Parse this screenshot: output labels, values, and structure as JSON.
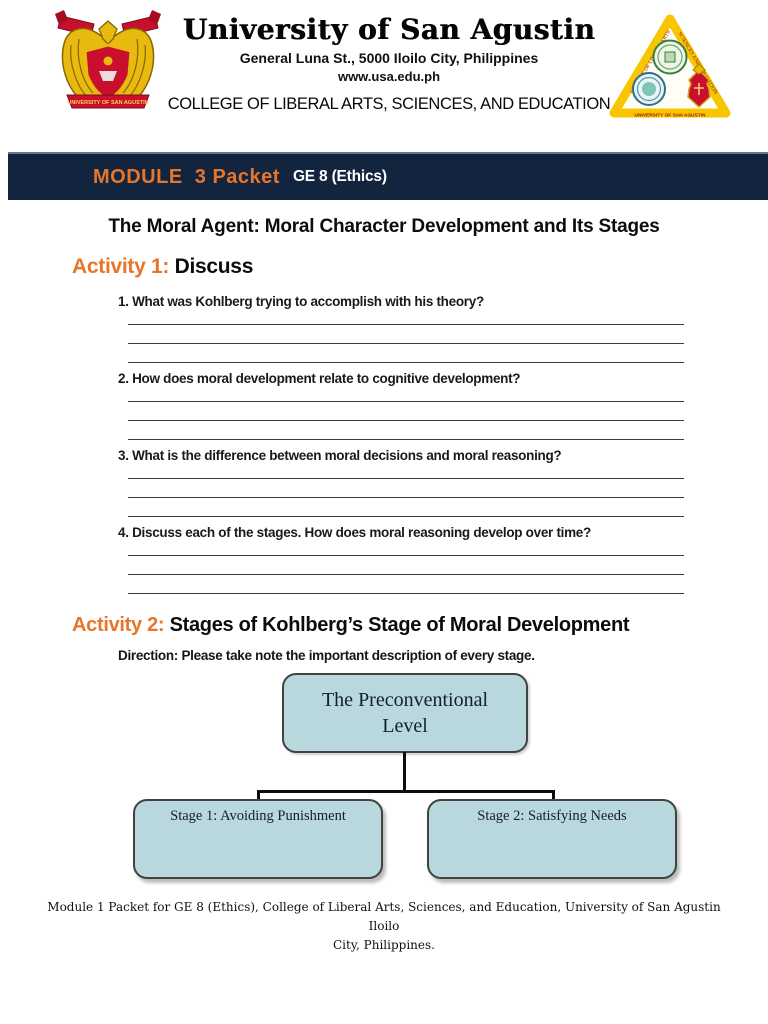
{
  "header": {
    "university_name": "University of San Agustin",
    "address": "General Luna St., 5000 Iloilo City, Philippines",
    "website": "www.usa.edu.ph",
    "college": "COLLEGE OF LIBERAL ARTS, SCIENCES, AND EDUCATION",
    "left_seal": {
      "banner_text": "UNIVERSITY OF SAN AGUSTIN"
    },
    "right_seal": {
      "left_edge": "COLLEGE OF LIBERAL ARTS",
      "right_edge": "SCIENCES AND EDUCATION",
      "bottom_text": "UNIVERSITY OF SAN AGUSTIN"
    }
  },
  "banner": {
    "module_label": "MODULE  3 Packet",
    "course_label": "GE 8 (Ethics)",
    "background": "#12243e",
    "accent_orange": "#e8762a"
  },
  "title": "The Moral Agent: Moral Character Development and Its Stages",
  "activity1": {
    "heading_prefix": "Activity 1:",
    "heading_text": "Discuss",
    "questions": [
      {
        "label": "1. What was Kohlberg trying to accomplish with his theory?"
      },
      {
        "label": "2. How does moral development relate to cognitive development?"
      },
      {
        "label": "3. What is the difference between moral decisions and moral reasoning?"
      },
      {
        "label": "4. Discuss each of the stages. How does moral reasoning develop over time?"
      }
    ]
  },
  "activity2": {
    "heading_prefix": "Activity 2:",
    "heading_text": "Stages of Kohlberg’s Stage of Moral Development",
    "direction": "Direction: Please take note the important description of every stage.",
    "diagram": {
      "root": "The Preconventional Level",
      "children": [
        "Stage 1: Avoiding Punishment",
        "Stage 2: Satisfying Needs"
      ],
      "box_fill": "#b9d8de"
    }
  },
  "footer": {
    "line1": "Module 1 Packet for GE 8 (Ethics), College of Liberal Arts, Sciences, and Education, University of San Agustin Iloilo",
    "line2": "City, Philippines."
  }
}
